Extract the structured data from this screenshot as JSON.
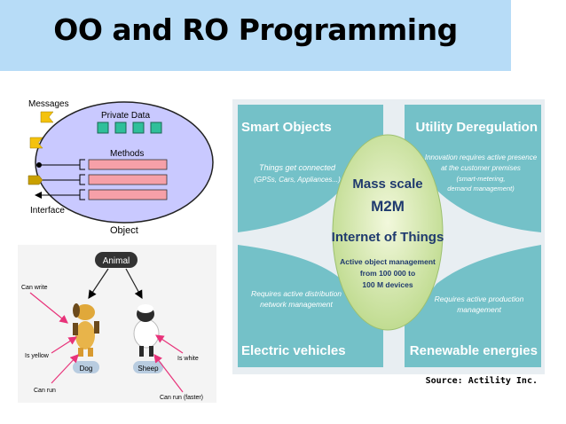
{
  "slide": {
    "title": "OO and RO Programming"
  },
  "object_diagram": {
    "messages_label": "Messages",
    "private_data_label": "Private Data",
    "methods_label": "Methods",
    "interface_label": "Interface",
    "object_label": "Object"
  },
  "animal_diagram": {
    "root_label": "Animal",
    "dog_label": "Dog",
    "sheep_label": "Sheep",
    "can_write": "Can write",
    "is_yellow": "Is yellow",
    "can_run": "Can run",
    "is_white": "Is white",
    "can_run_faster": "Can run (faster)"
  },
  "iot_diagram": {
    "smart_objects": "Smart Objects",
    "utility_deregulation": "Utility Deregulation",
    "electric_vehicles": "Electric vehicles",
    "renewable_energies": "Renewable energies",
    "things_connected_1": "Things get connected",
    "things_connected_2": "(GPSs, Cars, Appliances...)",
    "innovation_1": "Innovation requires active presence",
    "innovation_2": "at the customer premises",
    "innovation_3": "(smart-metering,",
    "innovation_4": "demand management)",
    "distribution_1": "Requires active distribution",
    "distribution_2": "network management",
    "production_1": "Requires active production",
    "production_2": "management",
    "center_1": "Mass scale",
    "center_2": "M2M",
    "center_3": "Internet of Things",
    "center_4": "Active object management",
    "center_5": "from 100 000 to",
    "center_6": "100 M devices",
    "source": "Source: Actility Inc."
  },
  "colors": {
    "title_bar": "#b7dcf7",
    "object_fill": "#c9c9ff",
    "private_data_box": "#2fbf9a",
    "method_bar": "#f6a0a8",
    "iot_panel": "#74c1c8",
    "iot_center": "#d8ecb0",
    "pink_arrow": "#e8337a"
  }
}
